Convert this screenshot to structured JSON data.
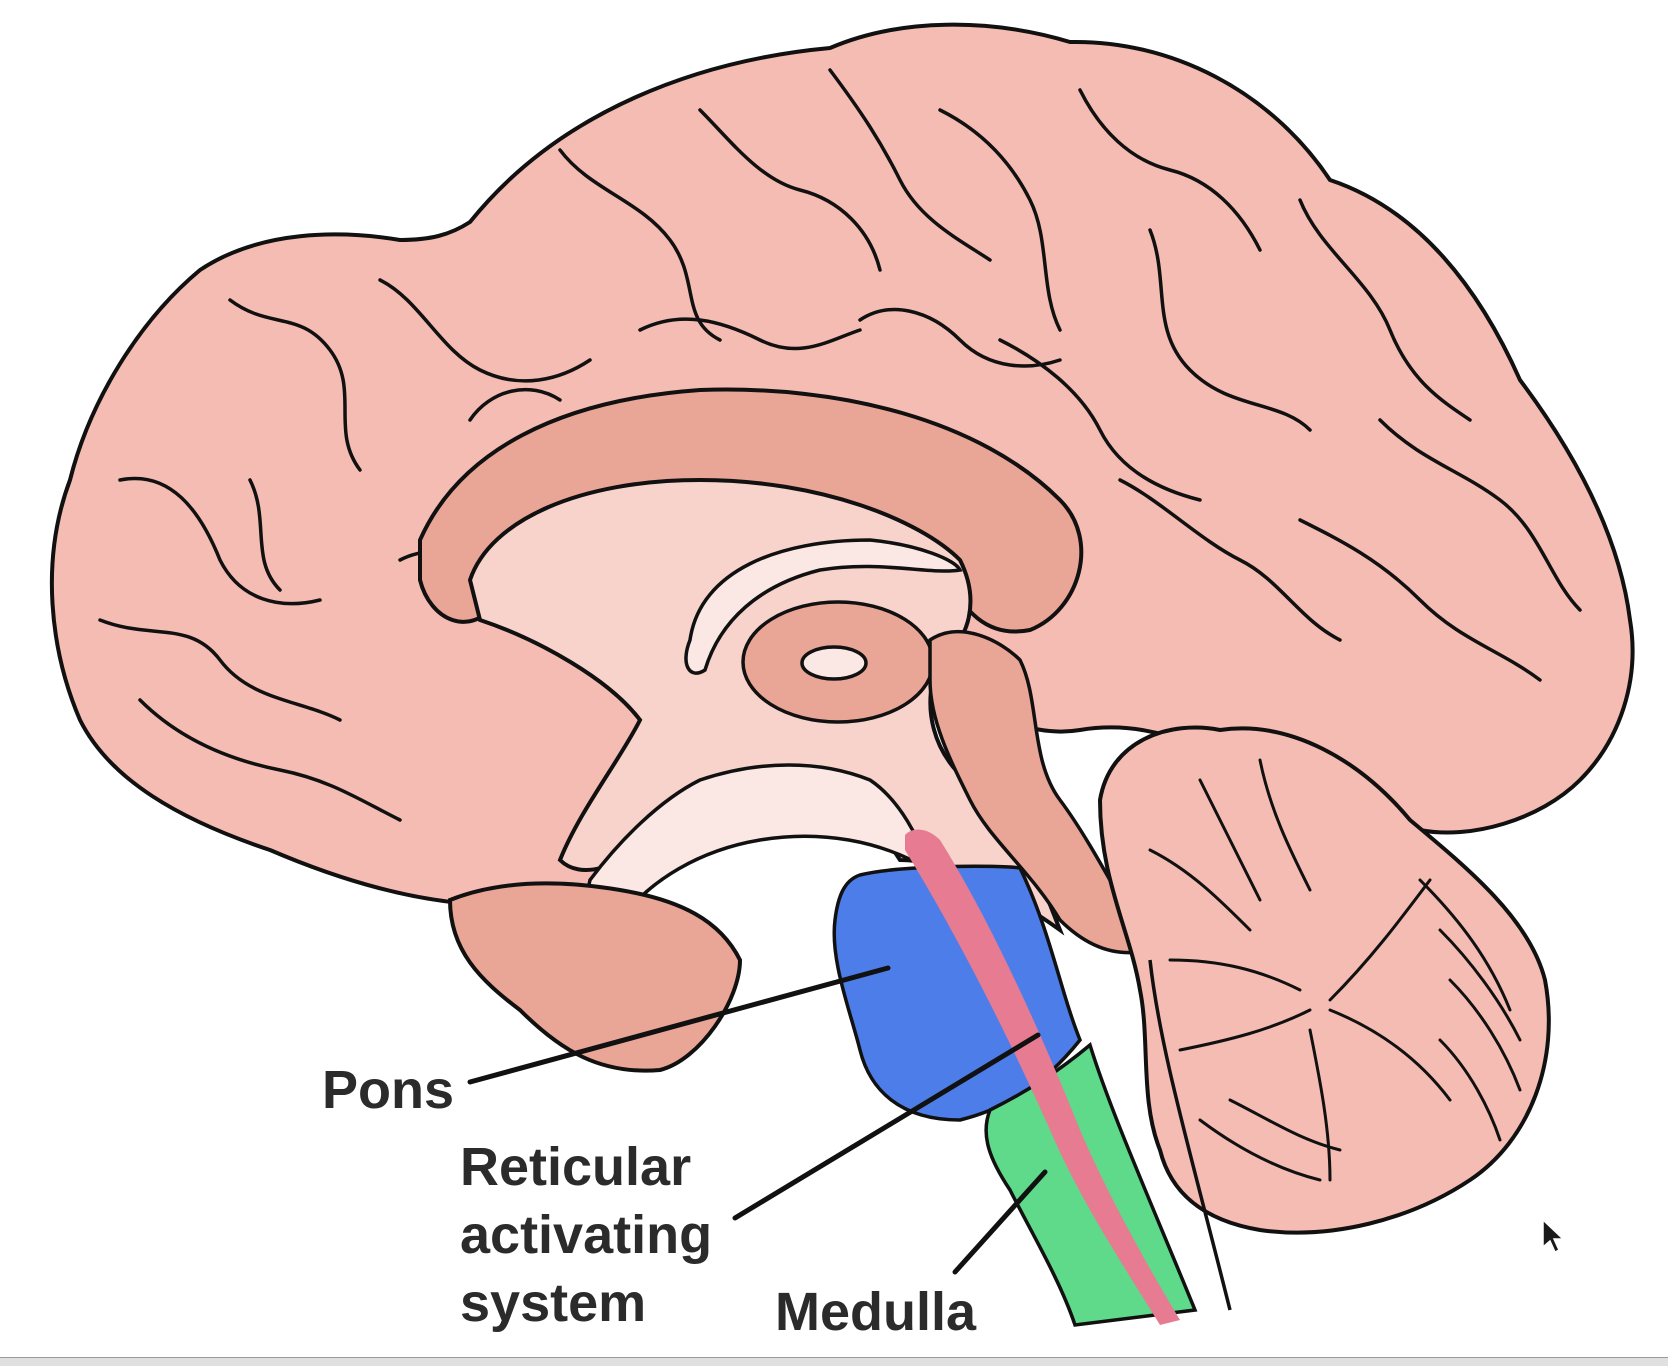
{
  "labels": {
    "pons": "Pons",
    "ras_line1": "Reticular",
    "ras_line2": "activating",
    "ras_line3": "system",
    "medulla": "Medulla"
  },
  "colors": {
    "cortex": "#f4bcb2",
    "deep": "#e9a596",
    "inner": "#f7d3cc",
    "ventricle": "#fbe7e3",
    "outline": "#111111",
    "pons": "#4d7de8",
    "medulla": "#5fd98a",
    "reticular": "#e77b92"
  },
  "icons": {
    "cursor": "mouse-pointer-icon"
  }
}
